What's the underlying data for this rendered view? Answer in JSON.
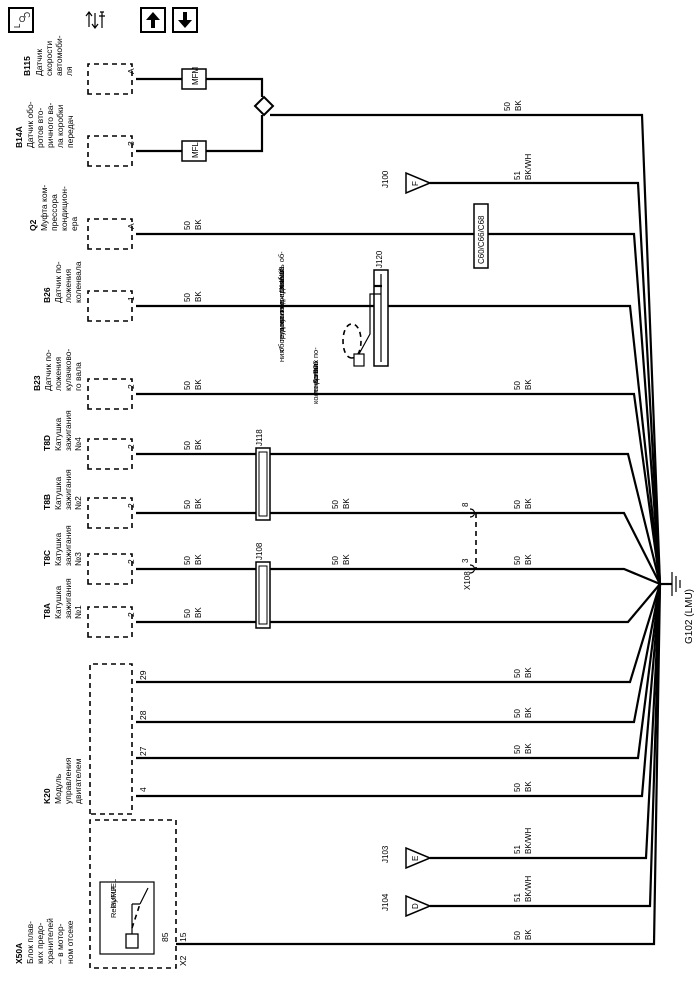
{
  "toolbar": {
    "locator_label": "L O C",
    "icons": [
      "locator-icon",
      "wrench-arrows-icon",
      "arrow-up-icon",
      "arrow-down-icon"
    ]
  },
  "components": {
    "b115": {
      "id": "B115",
      "desc": [
        "Датчик",
        "скорости",
        "автомоби-",
        "ля"
      ],
      "pin": "A",
      "inline": "MFM"
    },
    "b14a": {
      "id": "B14A",
      "desc": [
        "Датчик обо-",
        "ротов вто-",
        "ричного ва-",
        "ла коробки",
        "передач"
      ],
      "pin": "3",
      "inline": "MFL"
    },
    "q2": {
      "id": "Q2",
      "desc": [
        "Муфта ком-",
        "прессора",
        "кондицион-",
        "ера"
      ],
      "pin": "A"
    },
    "b26": {
      "id": "B26",
      "desc": [
        "Датчик по-",
        "ложения",
        "коленвала"
      ],
      "pin": "1"
    },
    "b23": {
      "id": "B23",
      "desc": [
        "Датчик по-",
        "ложения",
        "кулачково-",
        "го вала"
      ],
      "pin": "2"
    },
    "t8d": {
      "id": "T8D",
      "desc": [
        "Катушка",
        "зажигания",
        "№4"
      ],
      "pin": "2"
    },
    "t8b": {
      "id": "T8B",
      "desc": [
        "Катушка",
        "зажигания",
        "№2"
      ],
      "pin": "2"
    },
    "t8c": {
      "id": "T8C",
      "desc": [
        "Катушка",
        "зажигания",
        "№3"
      ],
      "pin": "2"
    },
    "t8a": {
      "id": "T8A",
      "desc": [
        "Катушка",
        "зажигания",
        "№1"
      ],
      "pin": "2"
    },
    "k20": {
      "id": "K20",
      "desc": [
        "Модуль",
        "управления",
        "двигателем"
      ],
      "pins": [
        "29",
        "28",
        "27",
        "4"
      ]
    },
    "x50a": {
      "id": "X50A",
      "desc": [
        "Блок плав-",
        "ких предо-",
        "хранителей",
        "– в мотор-",
        "ном отсеке"
      ],
      "pins": [
        "85",
        "15"
      ],
      "conn": "X2",
      "relay": [
        "FUEL",
        "PUMP",
        "Relay"
      ]
    }
  },
  "wire_labels": {
    "gauge": "50",
    "color": "BK",
    "gauge_51": "51",
    "color_bkwh": "BK/WH"
  },
  "junctions": {
    "j100": {
      "id": "J100",
      "letter": "F"
    },
    "j103": {
      "id": "J103",
      "letter": "E"
    },
    "j104": {
      "id": "J104",
      "letter": "D"
    },
    "j118": "J118",
    "j108": "J108",
    "j120": "J120"
  },
  "connectors": {
    "c60": "C60/C66/C68",
    "x108": "X108",
    "x108_pin_a": "8",
    "x108_pin_b": "3"
  },
  "shield": {
    "w13": [
      "W13",
      "\"Кабель об-",
      "резанный",
      "под прямым",
      "углом – для",
      "дополни-",
      "тельного",
      "оборудова-",
      "ния\""
    ],
    "b26_inner": [
      "B26",
      "Датчик по-",
      "ложения",
      "коленвала"
    ]
  },
  "ground": "G102 (LMU)"
}
